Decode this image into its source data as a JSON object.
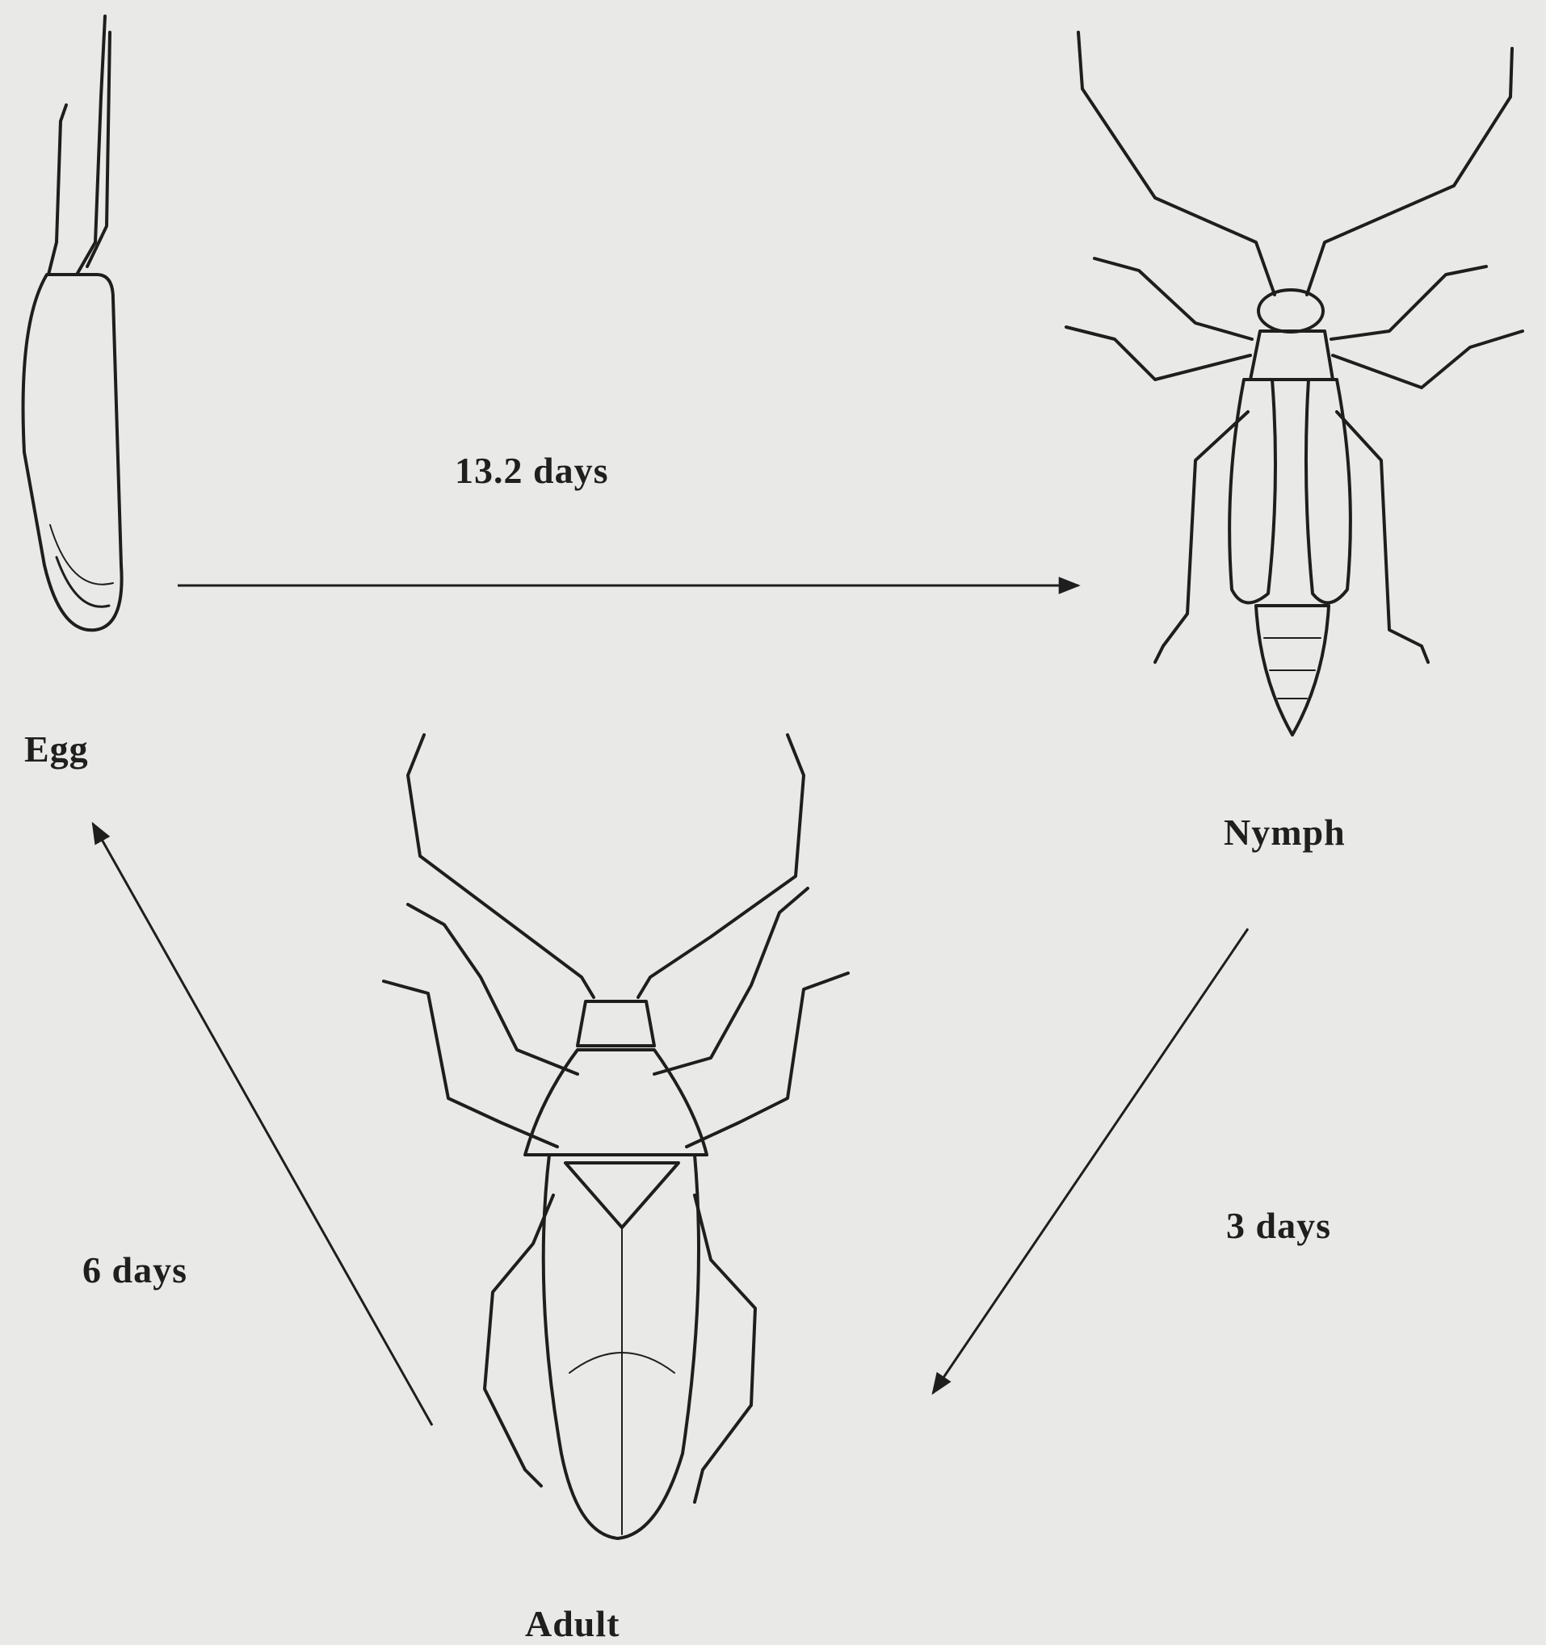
{
  "stages": {
    "egg": "Egg",
    "nymph": "Nymph",
    "adult": "Adult"
  },
  "transitions": {
    "egg_to_nymph": "13.2 days",
    "nymph_to_adult": "3 days",
    "adult_to_egg": "6 days"
  },
  "colors": {
    "background": "#e9eae7",
    "ink": "#1e1e1e"
  }
}
